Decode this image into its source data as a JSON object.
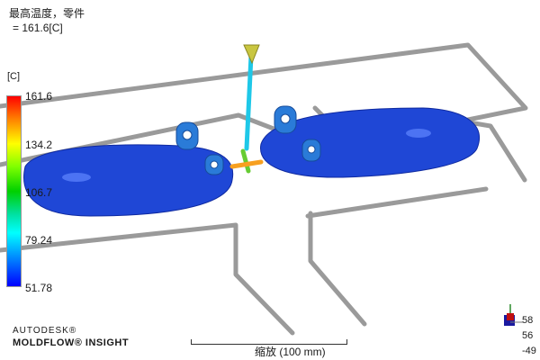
{
  "header": {
    "title": "最高温度，零件",
    "value_line": "= 161.6[C]"
  },
  "legend": {
    "unit": "[C]",
    "ticks": [
      "161.6",
      "134.2",
      "106.7",
      "79.24",
      "51.78"
    ]
  },
  "branding": {
    "line1": "AUTODESK®",
    "line2": "MOLDFLOW® INSIGHT"
  },
  "scale_bar": {
    "label": "缩放 (100 mm)"
  },
  "triad": {
    "labels": [
      "58",
      "56",
      "-49"
    ]
  },
  "colors": {
    "part": "#1f47d6",
    "runner": "#9a9a9a",
    "hot": "#ff0000",
    "cold": "#0000ff"
  }
}
